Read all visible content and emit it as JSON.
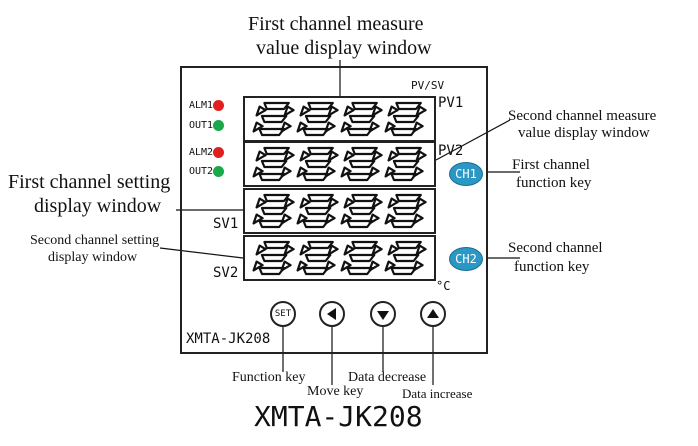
{
  "labels": {
    "first_measure": [
      "First channel measure",
      "value display window"
    ],
    "second_measure": [
      "Second channel measure",
      "value display window"
    ],
    "first_setting": [
      "First channel setting",
      "display window"
    ],
    "second_setting": [
      "Second channel setting",
      "display window"
    ],
    "ch1_function": [
      "First channel",
      "function key"
    ],
    "ch2_function": [
      "Second channel",
      "function key"
    ],
    "function_key": "Function key",
    "move_key": "Move key",
    "data_decrease": "Data decrease",
    "data_increase": "Data increase"
  },
  "panel": {
    "pvsv": "PV/SV",
    "pv1": "PV1",
    "pv2": "PV2",
    "sv1": "SV1",
    "sv2": "SV2",
    "unit": "°C",
    "alm1": "ALM1",
    "out1": "OUT1",
    "alm2": "ALM2",
    "out2": "OUT2",
    "model": "XMTA-JK208",
    "displays": [
      "8888",
      "8888",
      "8888",
      "8888"
    ],
    "ch1_key": "CH1",
    "ch2_key": "CH2",
    "set_key": "SET"
  },
  "colors": {
    "alarm": "#e02020",
    "output": "#1aa84a",
    "ch_key": "#2a97c4"
  },
  "icons": {
    "move_key": "arrow-left-icon",
    "decrease_key": "arrow-down-icon",
    "increase_key": "arrow-up-icon"
  },
  "caption": "XMTA-JK208"
}
